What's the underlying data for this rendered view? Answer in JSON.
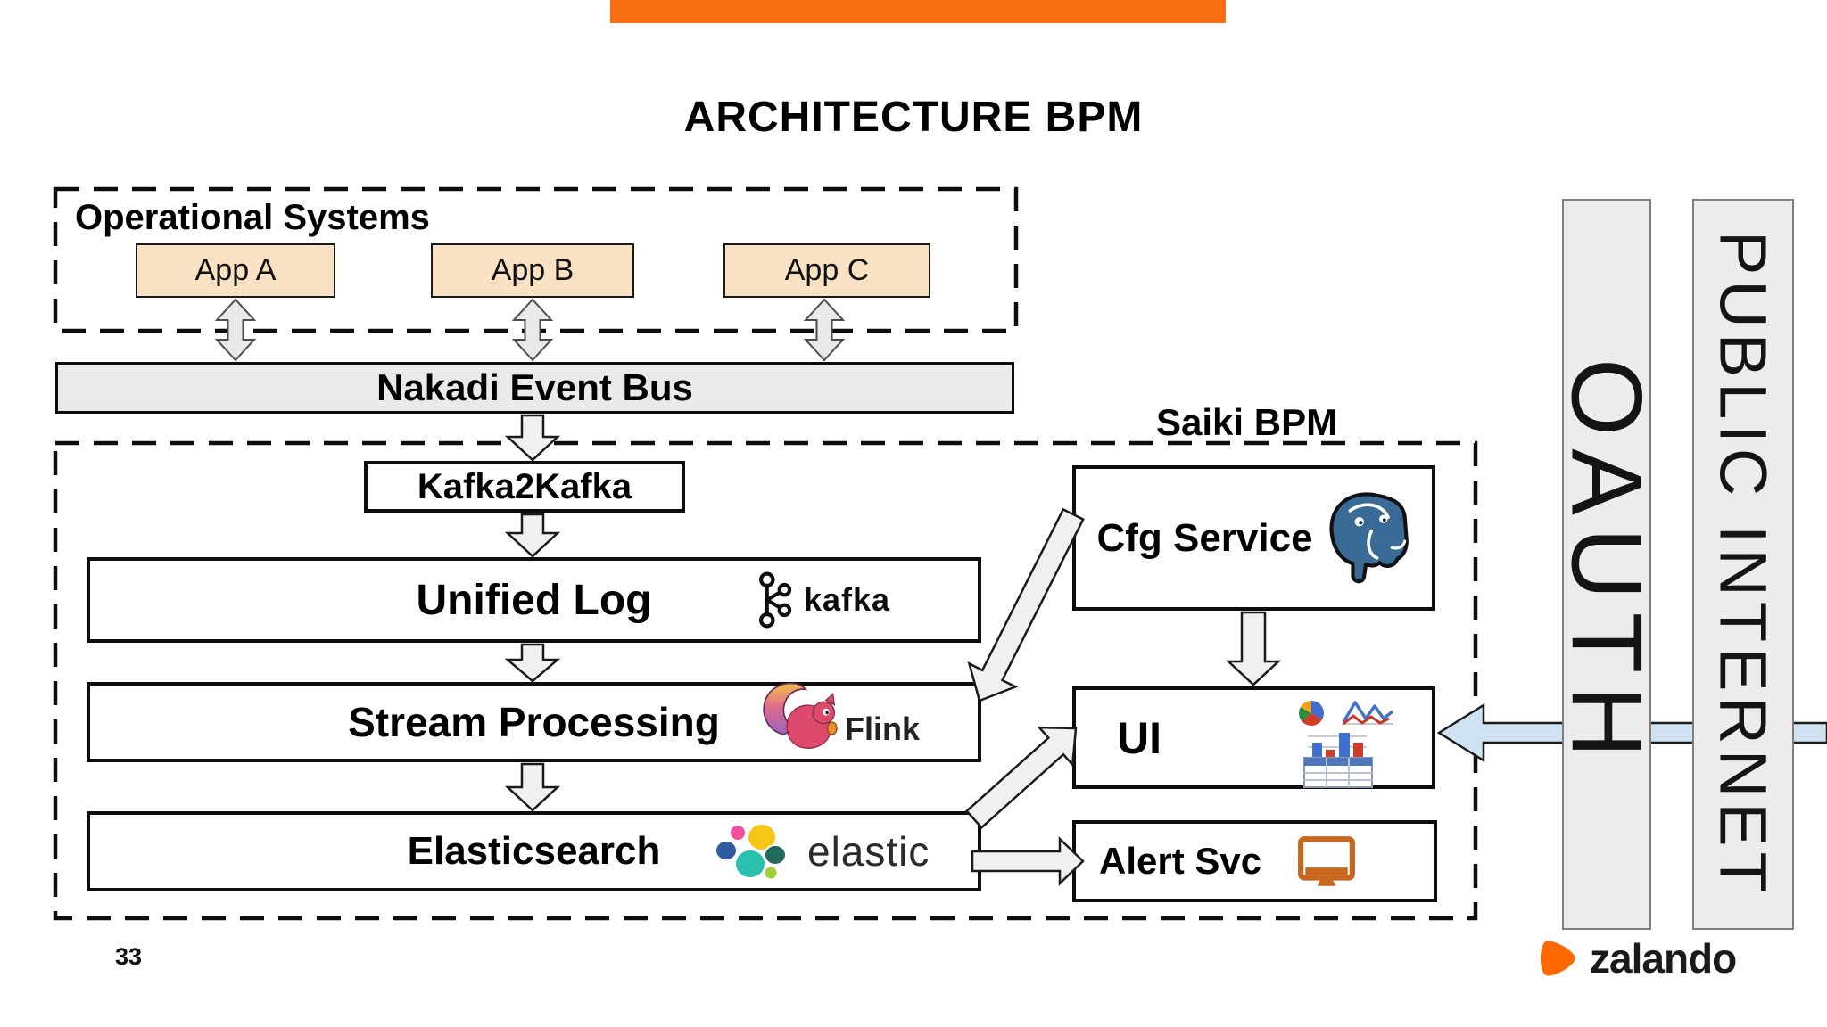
{
  "slide": {
    "title": "ARCHITECTURE BPM",
    "page_number": "33",
    "accent_color": "#FA6E14",
    "background": "#FFFFFF"
  },
  "operational_systems": {
    "label": "Operational Systems",
    "apps": [
      {
        "label": "App A"
      },
      {
        "label": "App B"
      },
      {
        "label": "App C"
      }
    ],
    "app_fill_color": "#F9E2C4"
  },
  "event_bus": {
    "label": "Nakadi Event Bus",
    "fill_color": "#EAEAEA"
  },
  "saiki_bpm": {
    "label": "Saiki BPM",
    "kafka2kafka": {
      "label": "Kafka2Kafka"
    },
    "unified_log": {
      "label": "Unified Log",
      "logo_icon": "kafka-logo",
      "logo_text": "kafka"
    },
    "stream_processing": {
      "label": "Stream Processing",
      "logo_icon": "flink-logo",
      "logo_text": "Flink"
    },
    "elasticsearch": {
      "label": "Elasticsearch",
      "logo_icon": "elastic-logo",
      "logo_text": "elastic"
    },
    "cfg_service": {
      "label": "Cfg Service",
      "logo_icon": "postgresql-logo"
    },
    "ui": {
      "label": "UI",
      "icons": [
        "pie-chart-icon",
        "line-chart-icon",
        "bar-chart-icon",
        "up-arrow-icon",
        "table-icon"
      ]
    },
    "alert_svc": {
      "label": "Alert Svc",
      "icon": "monitor-icon",
      "icon_color": "#C8671E"
    }
  },
  "right_rails": {
    "oauth": "OAUTH",
    "public_internet": "PUBLIC INTERNET",
    "fill_color": "#ECECEC"
  },
  "footer": {
    "brand": "zalando",
    "brand_color": "#FF6900"
  },
  "colors": {
    "arrow_fill": "#F0F0F0",
    "arrow_soft_fill": "#E9E9E9",
    "arrow_blue_fill": "#CFE2F2",
    "border": "#0D0D0D"
  },
  "connections": [
    {
      "id": "app-a-event-bus",
      "from": "App A",
      "to": "Nakadi Event Bus",
      "bidirectional": true
    },
    {
      "id": "app-b-event-bus",
      "from": "App B",
      "to": "Nakadi Event Bus",
      "bidirectional": true
    },
    {
      "id": "app-c-event-bus",
      "from": "App C",
      "to": "Nakadi Event Bus",
      "bidirectional": true
    },
    {
      "id": "event-bus-kafka2kafka",
      "from": "Nakadi Event Bus",
      "to": "Kafka2Kafka",
      "bidirectional": false
    },
    {
      "id": "kafka2kafka-unified-log",
      "from": "Kafka2Kafka",
      "to": "Unified Log",
      "bidirectional": false
    },
    {
      "id": "unified-log-stream-processing",
      "from": "Unified Log",
      "to": "Stream Processing",
      "bidirectional": false
    },
    {
      "id": "stream-processing-elasticsearch",
      "from": "Stream Processing",
      "to": "Elasticsearch",
      "bidirectional": false
    },
    {
      "id": "cfg-service-stream-processing",
      "from": "Cfg Service",
      "to": "Stream Processing",
      "bidirectional": false
    },
    {
      "id": "cfg-service-ui",
      "from": "Cfg Service",
      "to": "UI",
      "bidirectional": false
    },
    {
      "id": "elasticsearch-ui",
      "from": "Elasticsearch",
      "to": "UI",
      "bidirectional": false
    },
    {
      "id": "elasticsearch-alert-svc",
      "from": "Elasticsearch",
      "to": "Alert Svc",
      "bidirectional": false
    },
    {
      "id": "public-internet-ui",
      "from": "PUBLIC INTERNET",
      "to": "UI",
      "bidirectional": false
    }
  ]
}
